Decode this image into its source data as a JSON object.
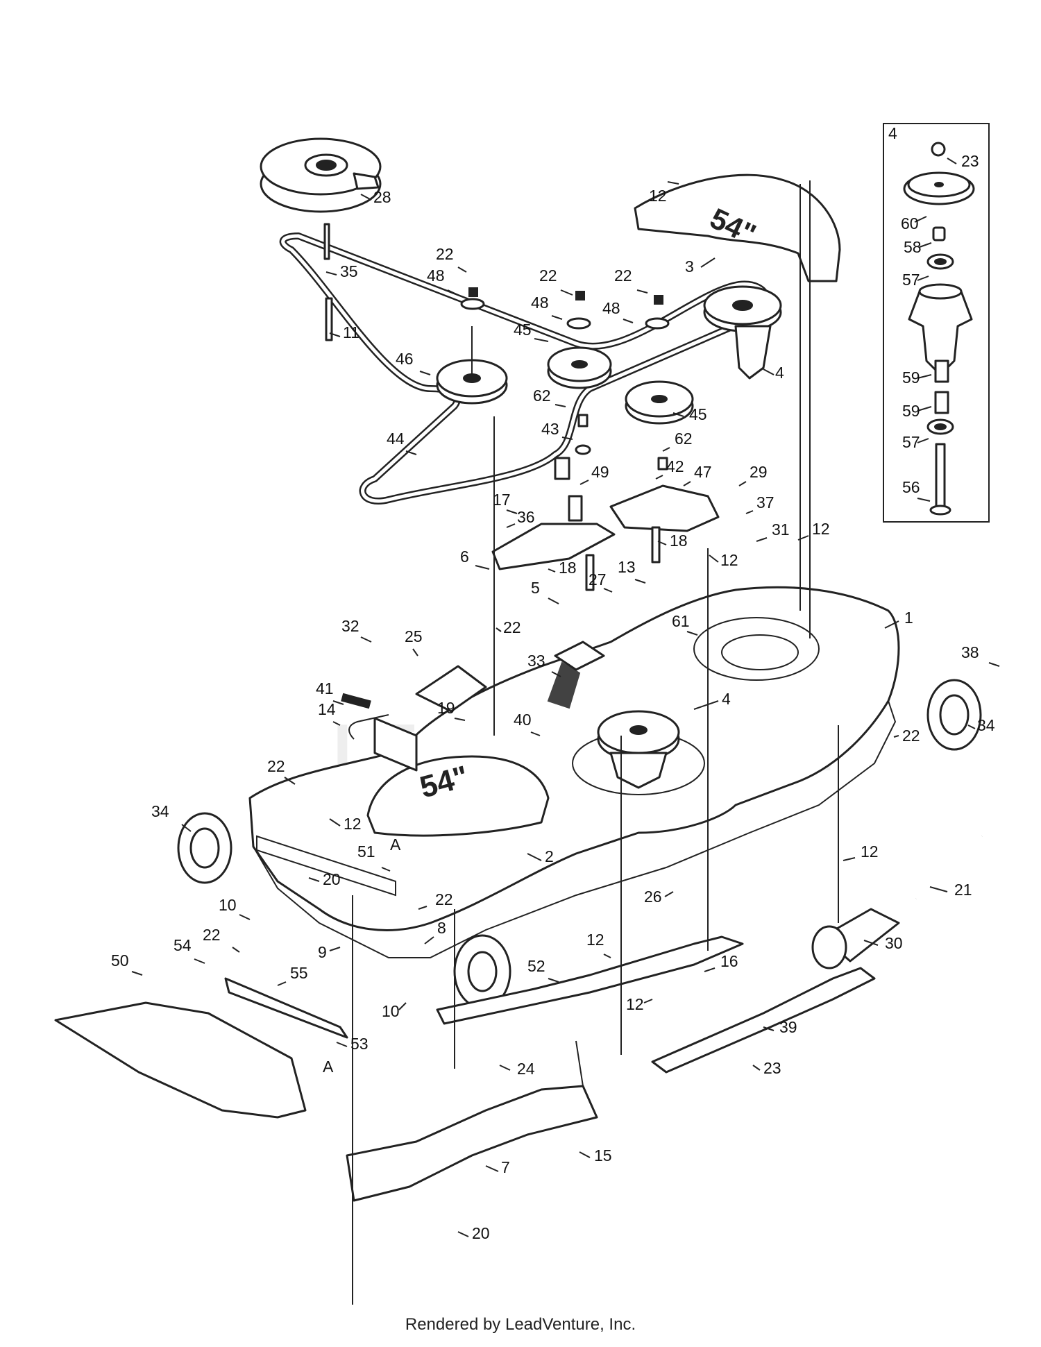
{
  "diagram": {
    "callouts": [
      {
        "id": "c1",
        "label": "1"
      },
      {
        "id": "c2",
        "label": "2"
      },
      {
        "id": "c3",
        "label": "3"
      },
      {
        "id": "c4a",
        "label": "4"
      },
      {
        "id": "c4b",
        "label": "4"
      },
      {
        "id": "c4c",
        "label": "4"
      },
      {
        "id": "c5",
        "label": "5"
      },
      {
        "id": "c6",
        "label": "6"
      },
      {
        "id": "c7",
        "label": "7"
      },
      {
        "id": "c8",
        "label": "8"
      },
      {
        "id": "c9",
        "label": "9"
      },
      {
        "id": "c10a",
        "label": "10"
      },
      {
        "id": "c10b",
        "label": "10"
      },
      {
        "id": "c11",
        "label": "11"
      },
      {
        "id": "c12a",
        "label": "12"
      },
      {
        "id": "c12b",
        "label": "12"
      },
      {
        "id": "c12c",
        "label": "12"
      },
      {
        "id": "c12d",
        "label": "12"
      },
      {
        "id": "c12e",
        "label": "12"
      },
      {
        "id": "c12f",
        "label": "12"
      },
      {
        "id": "c12g",
        "label": "12"
      },
      {
        "id": "c13",
        "label": "13"
      },
      {
        "id": "c14",
        "label": "14"
      },
      {
        "id": "c15",
        "label": "15"
      },
      {
        "id": "c16",
        "label": "16"
      },
      {
        "id": "c17",
        "label": "17"
      },
      {
        "id": "c18a",
        "label": "18"
      },
      {
        "id": "c18b",
        "label": "18"
      },
      {
        "id": "c19",
        "label": "19"
      },
      {
        "id": "c20a",
        "label": "20"
      },
      {
        "id": "c20b",
        "label": "20"
      },
      {
        "id": "c21",
        "label": "21"
      },
      {
        "id": "c22a",
        "label": "22"
      },
      {
        "id": "c22b",
        "label": "22"
      },
      {
        "id": "c22c",
        "label": "22"
      },
      {
        "id": "c22d",
        "label": "22"
      },
      {
        "id": "c22e",
        "label": "22"
      },
      {
        "id": "c22f",
        "label": "22"
      },
      {
        "id": "c22g",
        "label": "22"
      },
      {
        "id": "c22h",
        "label": "22"
      },
      {
        "id": "c23a",
        "label": "23"
      },
      {
        "id": "c23b",
        "label": "23"
      },
      {
        "id": "c24",
        "label": "24"
      },
      {
        "id": "c25",
        "label": "25"
      },
      {
        "id": "c26",
        "label": "26"
      },
      {
        "id": "c27",
        "label": "27"
      },
      {
        "id": "c28",
        "label": "28"
      },
      {
        "id": "c29",
        "label": "29"
      },
      {
        "id": "c30",
        "label": "30"
      },
      {
        "id": "c31",
        "label": "31"
      },
      {
        "id": "c32",
        "label": "32"
      },
      {
        "id": "c33",
        "label": "33"
      },
      {
        "id": "c34a",
        "label": "34"
      },
      {
        "id": "c34b",
        "label": "34"
      },
      {
        "id": "c35",
        "label": "35"
      },
      {
        "id": "c36",
        "label": "36"
      },
      {
        "id": "c37",
        "label": "37"
      },
      {
        "id": "c38",
        "label": "38"
      },
      {
        "id": "c39",
        "label": "39"
      },
      {
        "id": "c40",
        "label": "40"
      },
      {
        "id": "c41",
        "label": "41"
      },
      {
        "id": "c42",
        "label": "42"
      },
      {
        "id": "c43",
        "label": "43"
      },
      {
        "id": "c44",
        "label": "44"
      },
      {
        "id": "c45a",
        "label": "45"
      },
      {
        "id": "c45b",
        "label": "45"
      },
      {
        "id": "c46",
        "label": "46"
      },
      {
        "id": "c47",
        "label": "47"
      },
      {
        "id": "c48a",
        "label": "48"
      },
      {
        "id": "c48b",
        "label": "48"
      },
      {
        "id": "c48c",
        "label": "48"
      },
      {
        "id": "c49",
        "label": "49"
      },
      {
        "id": "c50",
        "label": "50"
      },
      {
        "id": "c51",
        "label": "51"
      },
      {
        "id": "c52",
        "label": "52"
      },
      {
        "id": "c53",
        "label": "53"
      },
      {
        "id": "c54",
        "label": "54"
      },
      {
        "id": "c55",
        "label": "55"
      },
      {
        "id": "c56",
        "label": "56"
      },
      {
        "id": "c57a",
        "label": "57"
      },
      {
        "id": "c57b",
        "label": "57"
      },
      {
        "id": "c58",
        "label": "58"
      },
      {
        "id": "c59a",
        "label": "59"
      },
      {
        "id": "c59b",
        "label": "59"
      },
      {
        "id": "c60",
        "label": "60"
      },
      {
        "id": "c61",
        "label": "61"
      },
      {
        "id": "c62a",
        "label": "62"
      },
      {
        "id": "c62b",
        "label": "62"
      },
      {
        "id": "cAa",
        "label": "A"
      },
      {
        "id": "cAb",
        "label": "A"
      }
    ],
    "inset": {
      "title": "4"
    },
    "deck_marking": "54\"",
    "watermark": "LEADVENTURE"
  },
  "footer": {
    "credit": "Rendered by LeadVenture, Inc."
  }
}
